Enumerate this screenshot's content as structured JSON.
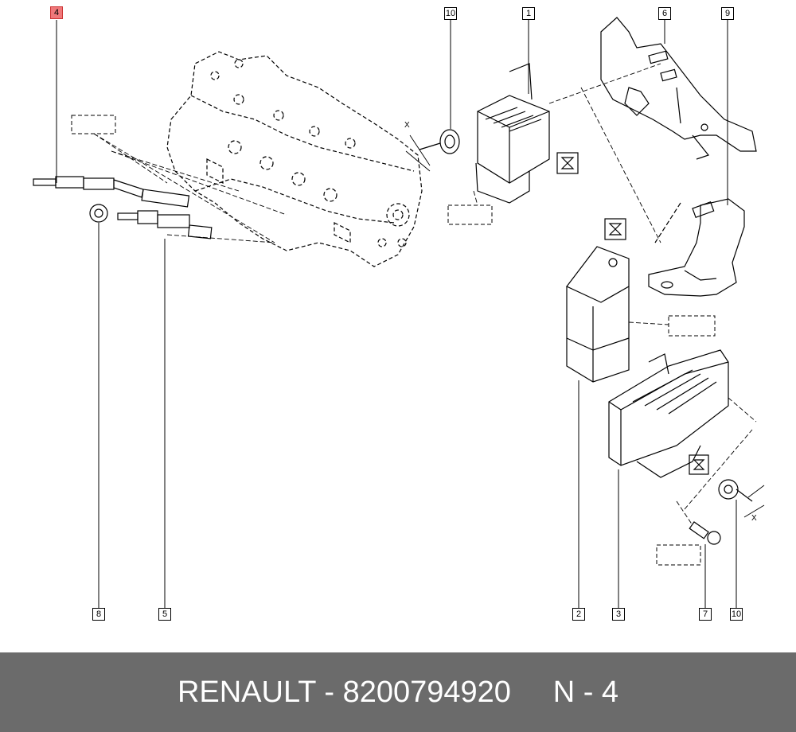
{
  "diagram": {
    "callouts": {
      "c4": "4",
      "c10_top": "10",
      "c1": "1",
      "c6": "6",
      "c9": "9",
      "c8": "8",
      "c5": "5",
      "c2": "2",
      "c3": "3",
      "c7": "7",
      "c10_bottom": "10"
    },
    "dimension_labels": {
      "x_top": "X",
      "x_bottom": "X"
    },
    "highlight_color": "#f0787a"
  },
  "footer": {
    "text": "RENAULT - 8200794920     N - 4",
    "background": "#6b6b6b"
  }
}
